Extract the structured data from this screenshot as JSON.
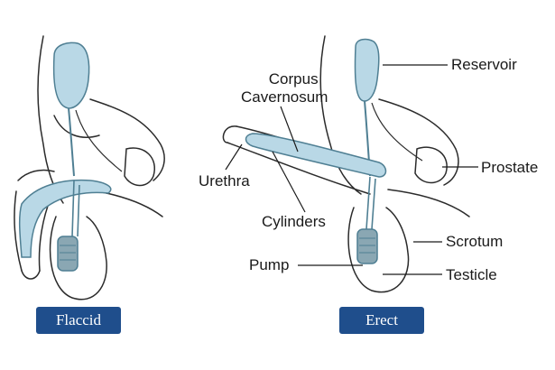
{
  "labels": {
    "corpus_cavernosum": [
      "Corpus",
      "Cavernosum"
    ],
    "reservoir": "Reservoir",
    "urethra": "Urethra",
    "prostate": "Prostate",
    "cylinders": "Cylinders",
    "scrotum": "Scrotum",
    "pump": "Pump",
    "testicle": "Testicle"
  },
  "panels": {
    "flaccid": "Flaccid",
    "erect": "Erect"
  },
  "colors": {
    "device_fill": "#b9d8e6",
    "device_stroke": "#4f7f93",
    "pump_fill": "#8aa7b3",
    "outline": "#2b2b2b",
    "badge": "#1f4e8c"
  }
}
